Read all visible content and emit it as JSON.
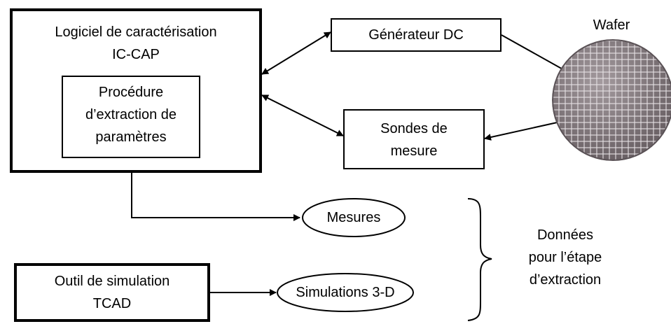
{
  "boxes": {
    "ic_cap_line1": "Logiciel de caractérisation",
    "ic_cap_line2": "IC-CAP",
    "procedure_line1": "Procédure",
    "procedure_line2": "d’extraction de",
    "procedure_line3": "paramètres",
    "generateur": "Générateur DC",
    "sondes_line1": "Sondes de",
    "sondes_line2": "mesure",
    "outil_line1": "Outil de simulation",
    "outil_line2": "TCAD"
  },
  "ovals": {
    "mesures": "Mesures",
    "simulations": "Simulations 3-D"
  },
  "wafer_label": "Wafer",
  "donnees": {
    "line1": "Données",
    "line2": "pour l’étape",
    "line3": "d’extraction"
  }
}
